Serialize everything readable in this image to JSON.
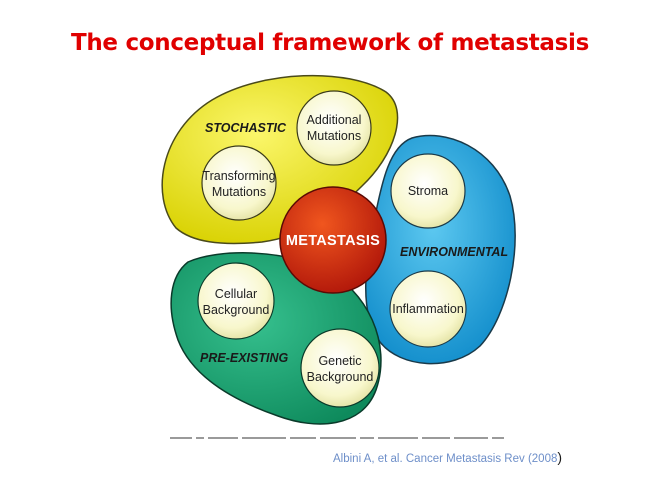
{
  "title": "The conceptual framework of metastasis",
  "diagram": {
    "center": "METASTASIS",
    "groups": {
      "stochastic": {
        "label": "STOCHASTIC",
        "items": [
          "Additional",
          "Mutations",
          "Transforming",
          "Mutations"
        ]
      },
      "environmental": {
        "label": "ENVIRONMENTAL",
        "items": [
          "Stroma",
          "Inflammation"
        ]
      },
      "preexisting": {
        "label": "PRE-EXISTING",
        "items": [
          "Cellular",
          "Background",
          "Genetic",
          "Background"
        ]
      }
    }
  },
  "citation": {
    "text": "Albini A, et al. Cancer Metastasis Rev (2008",
    "close_paren": ")"
  },
  "colors": {
    "title": "#e00000",
    "stochastic": "#e5e000",
    "environmental": "#1aa0d8",
    "preexisting": "#16a06e",
    "circle_fill": "#f9f8cc",
    "center": "#c81e0a",
    "citation": "#6e8fc9"
  }
}
